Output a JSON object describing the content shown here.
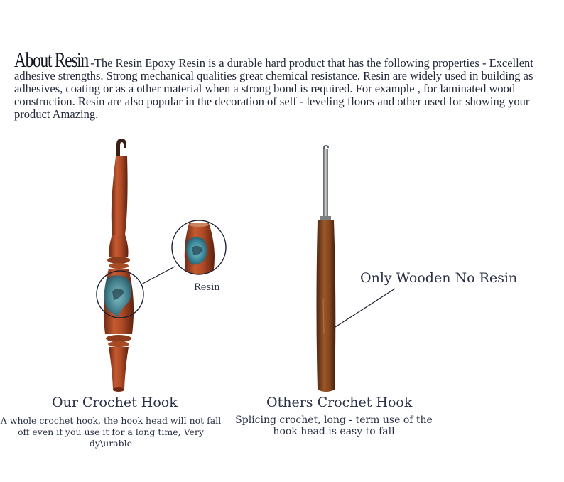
{
  "intro": {
    "heading": "About Resin",
    "body": "-The Resin Epoxy Resin is a durable hard product that has the following properties - Excellent adhesive strengths. Strong mechanical qualities great chemical resistance. Resin are widely used in building as adhesives, coating or as a other material when a strong bond is required. For example , for laminated wood construction. Resin are also popular in the decoration of self - leveling floors and other used for showing your product Amazing."
  },
  "left_product": {
    "title": "Our Crochet Hook",
    "description": "A whole crochet hook, the hook head will not fall off even if you use it for a long time, Very dy\\urable",
    "zoom_label": "Resin"
  },
  "right_product": {
    "title": "Others Crochet Hook",
    "description": "Splicing crochet, long - term use of the hook head is easy to fall",
    "callout": "Only Wooden No Resin"
  },
  "colors": {
    "wood": "#b8502a",
    "wood_dark": "#7a2f18",
    "resin": "#3f8ea0",
    "handle": "#8a4a22",
    "steel": "#8d9398"
  }
}
